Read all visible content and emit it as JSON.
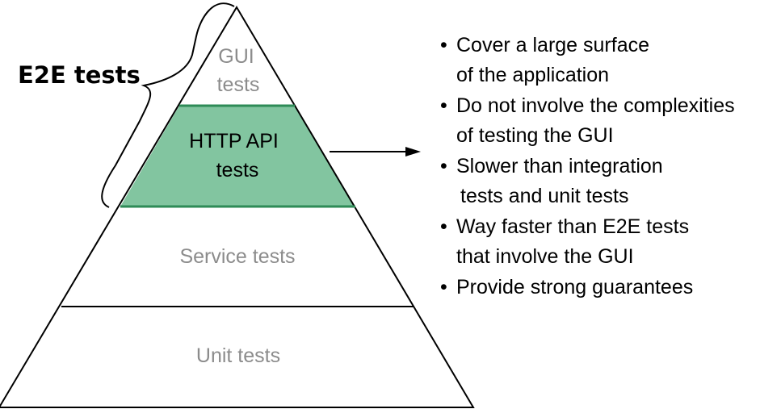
{
  "group_label": "E2E tests",
  "tiers": [
    {
      "lines": [
        "GUI",
        "tests"
      ],
      "highlight": false
    },
    {
      "lines": [
        "HTTP API",
        "tests"
      ],
      "highlight": true
    },
    {
      "lines": [
        "Service tests"
      ],
      "highlight": false
    },
    {
      "lines": [
        "Unit tests"
      ],
      "highlight": false
    }
  ],
  "bullets": [
    {
      "lines": [
        "Cover a large surface",
        "of the application"
      ]
    },
    {
      "lines": [
        "Do not involve the complexities",
        "of testing the GUI"
      ]
    },
    {
      "lines": [
        "Slower than integration",
        "tests and unit tests"
      ]
    },
    {
      "lines": [
        "Way faster than E2E tests",
        "that involve the GUI"
      ]
    },
    {
      "lines": [
        "Provide strong guarantees"
      ]
    }
  ],
  "bullet_symbol": "•",
  "colors": {
    "highlight_fill": "#82c5a0",
    "highlight_stroke": "#2e8b57",
    "muted_text": "#8c8c8c",
    "outline": "#000000"
  }
}
